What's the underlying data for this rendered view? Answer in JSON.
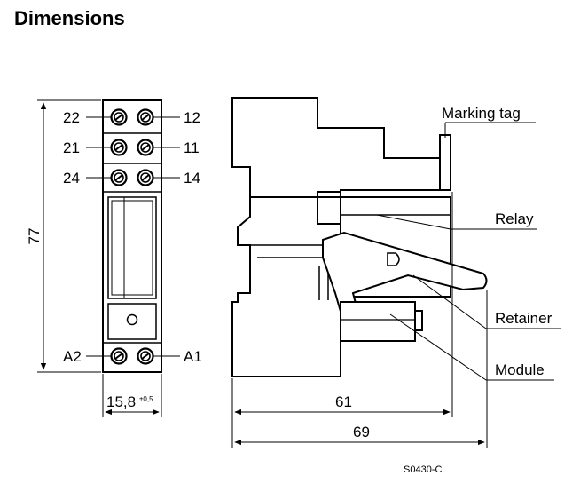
{
  "title": "Dimensions",
  "drawing_code": "S0430-C",
  "front_view": {
    "terminals_top": [
      {
        "left": "22",
        "right": "12"
      },
      {
        "left": "21",
        "right": "11"
      },
      {
        "left": "24",
        "right": "14"
      }
    ],
    "terminals_bottom": {
      "left": "A2",
      "right": "A1"
    },
    "height_dim": "77",
    "width_dim": "15,8",
    "width_tol": "±0,5"
  },
  "side_view": {
    "callouts": {
      "marking_tag": "Marking tag",
      "relay": "Relay",
      "retainer": "Retainer",
      "module": "Module"
    },
    "dim_inner": "61",
    "dim_outer": "69"
  }
}
